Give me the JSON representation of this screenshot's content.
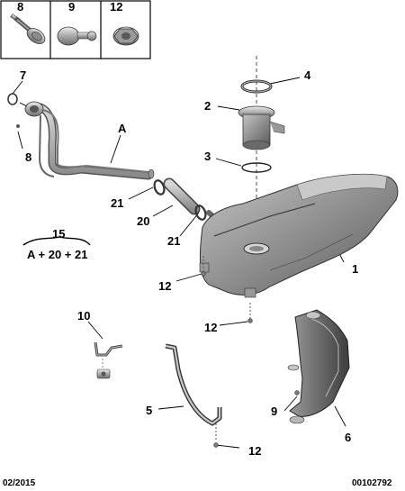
{
  "header_boxes": [
    {
      "label": "8",
      "part": "bolt"
    },
    {
      "label": "9",
      "part": "push-clip"
    },
    {
      "label": "12",
      "part": "nut"
    }
  ],
  "callouts": {
    "c7": "7",
    "c8": "8",
    "cA": "A",
    "c4": "4",
    "c2": "2",
    "c3": "3",
    "c21a": "21",
    "c20": "20",
    "c21b": "21",
    "c1": "1",
    "c12a": "12",
    "c12b": "12",
    "c10": "10",
    "c9": "9",
    "c5": "5",
    "c6": "6",
    "c12c": "12"
  },
  "kit": {
    "number": "15",
    "formula": "A + 20 + 21"
  },
  "footer": {
    "date": "02/2015",
    "reference": "00102792"
  }
}
